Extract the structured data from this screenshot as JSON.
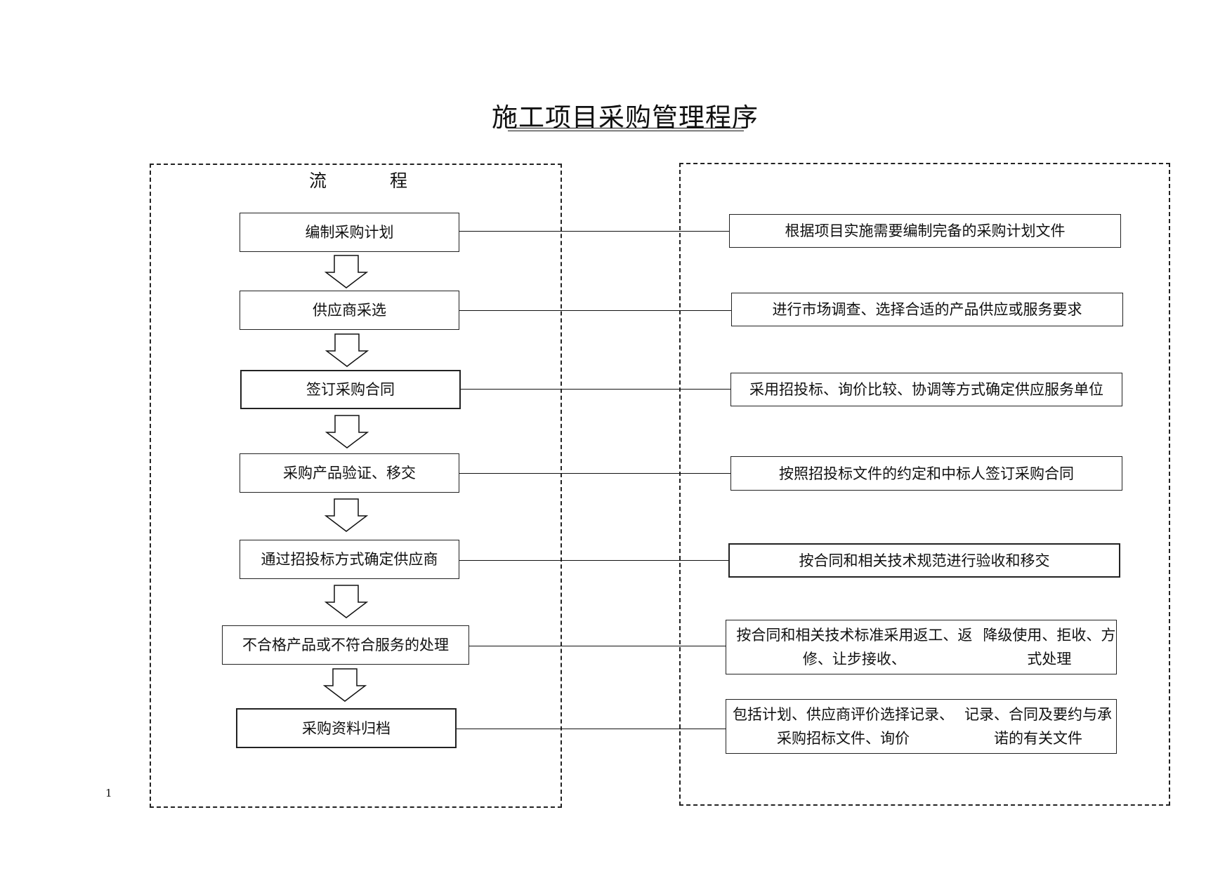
{
  "title": "施工项目采购管理程序",
  "flow": {
    "header_part1": "流",
    "header_part2": "程",
    "steps": [
      "编制采购计划",
      "供应商采选",
      "签订采购合同",
      "采购产品验证、移交",
      "通过招投标方式确定供应商",
      "不合格产品或不符合服务的处理",
      "采购资料归档"
    ]
  },
  "descriptions": [
    [
      "根据项目实施需要编制完备的采购计划文件"
    ],
    [
      "进行市场调查、选择合适的产品供应或服务要求"
    ],
    [
      "采用招投标、询价比较、协调等方式确定供应服务单位"
    ],
    [
      "按照招投标文件的约定和中标人签订采购合同"
    ],
    [
      "按合同和相关技术规范进行验收和移交"
    ],
    [
      "按合同和相关技术标准采用返工、返修、让步接收、",
      "降级使用、拒收、方式处理"
    ],
    [
      "包括计划、供应商评价选择记录、采购招标文件、询价",
      "记录、合同及要约与承诺的有关文件"
    ]
  ],
  "page_number": "1"
}
